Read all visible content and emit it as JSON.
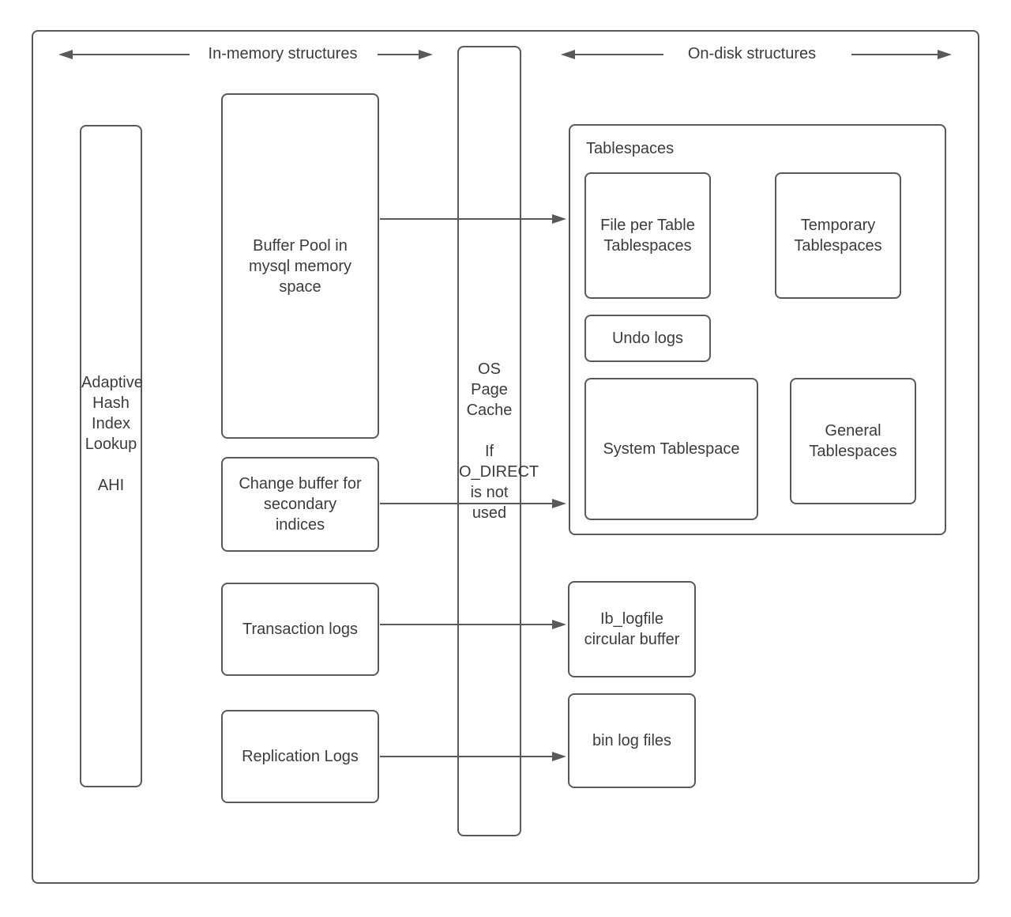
{
  "colors": {
    "stroke": "#595959",
    "text": "#3c3c3c",
    "background": "#ffffff"
  },
  "headers": {
    "in_memory": {
      "label": "In-memory structures"
    },
    "on_disk": {
      "label": "On-disk structures"
    }
  },
  "nodes": {
    "ahi": {
      "label": "Adaptive Hash Index Lookup\n\nAHI"
    },
    "buffer_pool": {
      "label": "Buffer Pool in\nmysql memory\nspace"
    },
    "change_buffer": {
      "label": "Change buffer for\nsecondary\nindices"
    },
    "transaction_logs": {
      "label": "Transaction logs"
    },
    "replication_logs": {
      "label": "Replication Logs"
    },
    "os_page_cache": {
      "label": "OS\nPage\nCache\n\nIf\nO_DIRECT\nis not\nused"
    },
    "tablespaces": {
      "label": "Tablespaces"
    },
    "file_per_table": {
      "label": "File per Table\nTablespaces"
    },
    "temporary_tablespaces": {
      "label": "Temporary\nTablespaces"
    },
    "undo_logs": {
      "label": "Undo logs"
    },
    "system_tablespace": {
      "label": "System Tablespace"
    },
    "general_tablespaces": {
      "label": "General\nTablespaces"
    },
    "ib_logfile": {
      "label": "Ib_logfile\ncircular buffer"
    },
    "bin_log_files": {
      "label": "bin log files"
    }
  }
}
